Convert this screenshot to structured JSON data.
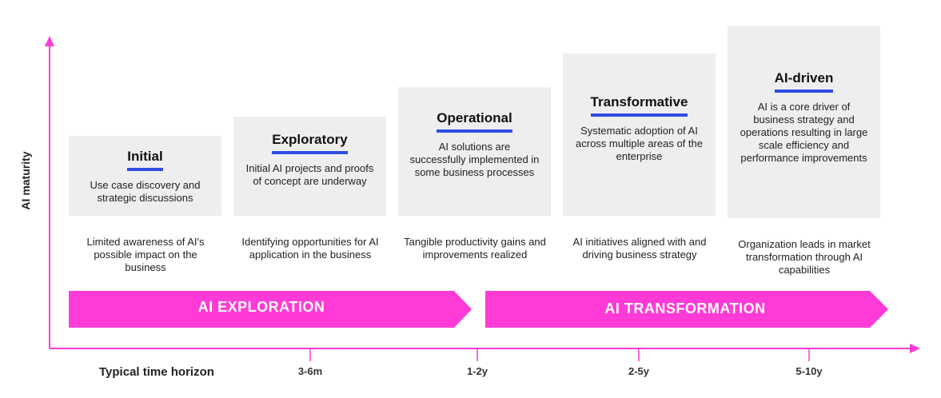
{
  "y_axis_label": "AI maturity",
  "x_axis_label": "Typical time horizon",
  "colors": {
    "accent": "#ff3ad6",
    "underline": "#2f4de4",
    "box": "#eeeeee"
  },
  "stages": [
    {
      "title": "Initial",
      "description": "Use case discovery and strategic discussions",
      "detail": "Limited awareness of AI's possible impact on the business"
    },
    {
      "title": "Exploratory",
      "description": "Initial AI projects and proofs of concept are underway",
      "detail": "Identifying opportunities for AI application in the business"
    },
    {
      "title": "Operational",
      "description": "AI solutions are successfully implemented in some business processes",
      "detail": "Tangible productivity gains and improvements realized"
    },
    {
      "title": "Transformative",
      "description": "Systematic adoption of AI across multiple areas of the enterprise",
      "detail": "AI initiatives aligned with and driving business strategy"
    },
    {
      "title": "AI-driven",
      "description": "AI is a core driver of business strategy and operations resulting in large scale efficiency and performance improvements",
      "detail": "Organization leads in market transformation through AI capabilities"
    }
  ],
  "phases": [
    {
      "label": "AI  EXPLORATION"
    },
    {
      "label": "AI  TRANSFORMATION"
    }
  ],
  "time_ticks": [
    "3-6m",
    "1-2y",
    "2-5y",
    "5-10y"
  ]
}
